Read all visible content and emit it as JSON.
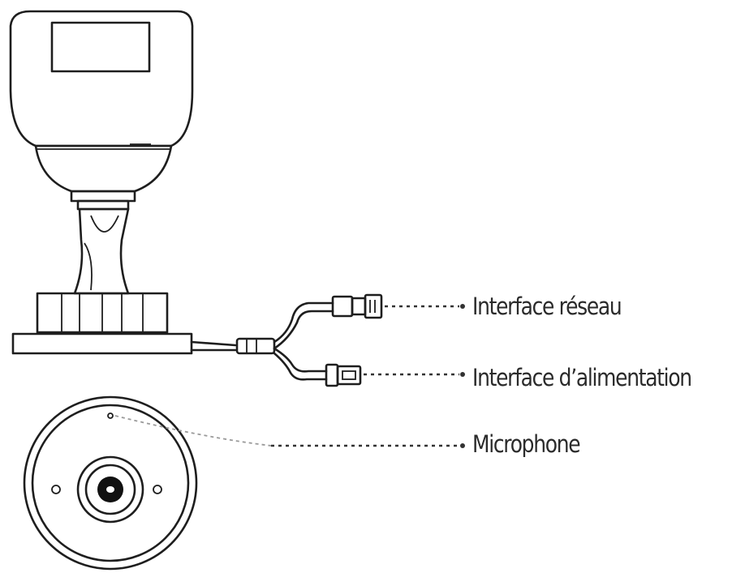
{
  "callouts": {
    "network": "Interface réseau",
    "power": "Interface d’alimentation",
    "microphone": "Microphone"
  }
}
